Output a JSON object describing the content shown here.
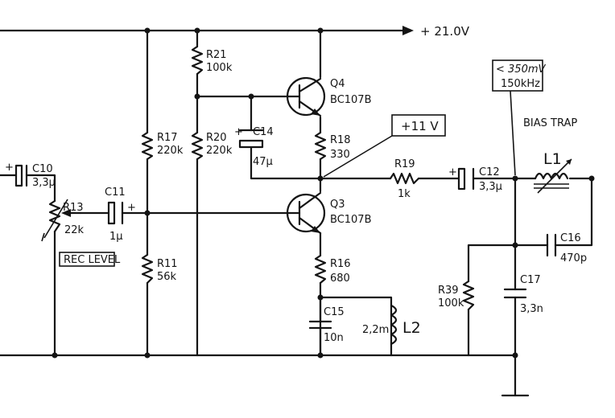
{
  "supply": {
    "label": "+ 21.0V"
  },
  "node_voltage": {
    "label": "+11 V"
  },
  "bias_trap": {
    "title": "BIAS TRAP",
    "level": "< 350mV",
    "frequency": "150kHz",
    "inductor": "L1"
  },
  "rec_level": "REC LEVEL",
  "capacitors": {
    "c10": {
      "ref": "C10",
      "value": "3,3µ",
      "polarity": "+"
    },
    "c11": {
      "ref": "C11",
      "value": "1µ",
      "polarity": "+"
    },
    "c12": {
      "ref": "C12",
      "value": "3,3µ",
      "polarity": "+"
    },
    "c14": {
      "ref": "C14",
      "value": "47µ",
      "polarity": "+"
    },
    "c15": {
      "ref": "C15",
      "value": "10n"
    },
    "c16": {
      "ref": "C16",
      "value": "470p"
    },
    "c17": {
      "ref": "C17",
      "value": "3,3n"
    }
  },
  "resistors": {
    "r11": {
      "ref": "R11",
      "value": "56k"
    },
    "r13": {
      "ref": "R13",
      "value": "22k"
    },
    "r16": {
      "ref": "R16",
      "value": "680"
    },
    "r17": {
      "ref": "R17",
      "value": "220k"
    },
    "r18": {
      "ref": "R18",
      "value": "330"
    },
    "r19": {
      "ref": "R19",
      "value": "1k"
    },
    "r20": {
      "ref": "R20",
      "value": "220k"
    },
    "r21": {
      "ref": "R21",
      "value": "100k"
    },
    "r39": {
      "ref": "R39",
      "value": "100k"
    }
  },
  "transistors": {
    "q3": {
      "ref": "Q3",
      "part": "BC107B"
    },
    "q4": {
      "ref": "Q4",
      "part": "BC107B"
    }
  },
  "inductors": {
    "l2": {
      "ref": "L2",
      "value": "2,2m"
    }
  }
}
